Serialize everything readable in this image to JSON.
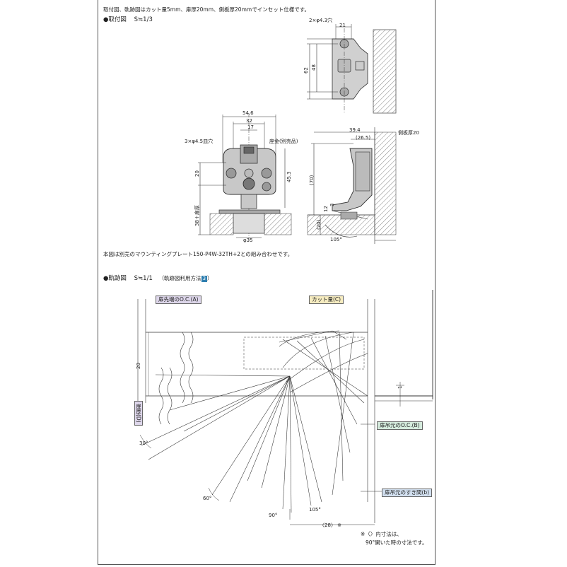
{
  "intro": "取付図、軌跡図はカット量5mm、扉厚20mm、側板厚20mmでインセット仕様です。",
  "mount_section": {
    "title": "取付図",
    "scale": "S≒1/3"
  },
  "mount_labels": {
    "hole_small": "2×φ4.3穴",
    "dim_21": "21",
    "dim_62": "62",
    "dim_48": "48",
    "dim_54_6": "54.6",
    "dim_32": "32",
    "dim_17": "17",
    "hole_3x": "3×φ4.5皿穴",
    "screw": "座金(別売品)",
    "dim_20": "20",
    "dim_45_3": "45.3",
    "dim_38": "38＋扉厚",
    "dim_phi35": "φ35",
    "dim_39_4": "39.4",
    "dim_26_5": "(26.5)",
    "side_panel": "側板厚20",
    "dim_70": "(70)",
    "dim_20b": "(20)",
    "dim_12": "12",
    "dim_3": "3",
    "dim_105": "105°"
  },
  "note_mount": "本図は別売のマウンティングプレート150-P4W-32TH+2との組み合わせです。",
  "track_section": {
    "title": "軌跡図",
    "scale": "S≒1/1",
    "usage": "（軌跡図利用方法",
    "badge": "3",
    "usage_end": "）"
  },
  "track_labels": {
    "door_tip_oc": "扉先端のO.C.(A)",
    "cut_amount": "カット量(C)",
    "door_thickness": "扉厚(D)",
    "door_hanger_oc": "扉吊元のO.C.(B)",
    "door_hanger_gap": "扉吊元のすき間(b)",
    "dim_20": "20",
    "dim_1": "1",
    "angle_30": "30°",
    "angle_60": "60°",
    "angle_90": "90°",
    "angle_105": "105°",
    "dim_28": "〈28〉 ※"
  },
  "note_track": [
    "※〈〉内寸法は、",
    "90°開いた時の寸法です。"
  ],
  "colors": {
    "badge": "#2f7fb0",
    "tag_purple": "#ddd6ea",
    "tag_yellow": "#f6ecc0",
    "tag_green": "#d5ebdd",
    "tag_blue": "#d3e1f1"
  }
}
